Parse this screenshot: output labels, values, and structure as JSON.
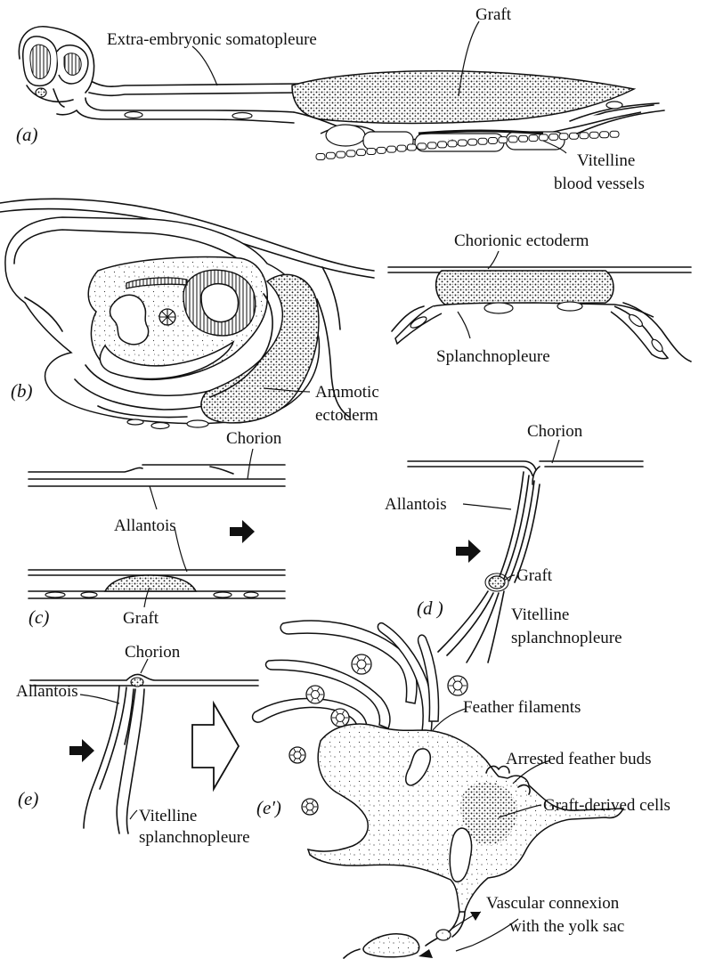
{
  "labels": {
    "graft_a": "Graft",
    "somatopleure": "Extra-embryonic somatopleure",
    "vitelline_a_1": "Vitelline",
    "vitelline_a_2": "blood vessels",
    "chorionic_ectoderm": "Chorionic ectoderm",
    "splanchnopleure": "Splanchnopleure",
    "amniotic_1": "Ammotic",
    "amniotic_2": "ectoderm",
    "chorion_c": "Chorion",
    "allantois_c": "Allantois",
    "graft_c": "Graft",
    "chorion_d": "Chorion",
    "allantois_d": "Allantois",
    "graft_d": "Graft",
    "vitelline_d_1": "Vitelline",
    "vitelline_d_2": "splanchnopleure",
    "chorion_e": "Chorion",
    "allantois_e": "Allantois",
    "vitelline_e_1": "Vitelline",
    "vitelline_e_2": "splanchnopleure",
    "feather_filaments": "Feather filaments",
    "arrested_buds": "Arrested feather buds",
    "graft_cells": "Graft-derived cells",
    "vascular_1": "Vascular connexion",
    "vascular_2": "with the yolk sac"
  },
  "panels": {
    "a": "(a)",
    "b": "(b)",
    "c": "(c)",
    "d": "(d )",
    "e": "(e)",
    "e2": "(e′)"
  }
}
